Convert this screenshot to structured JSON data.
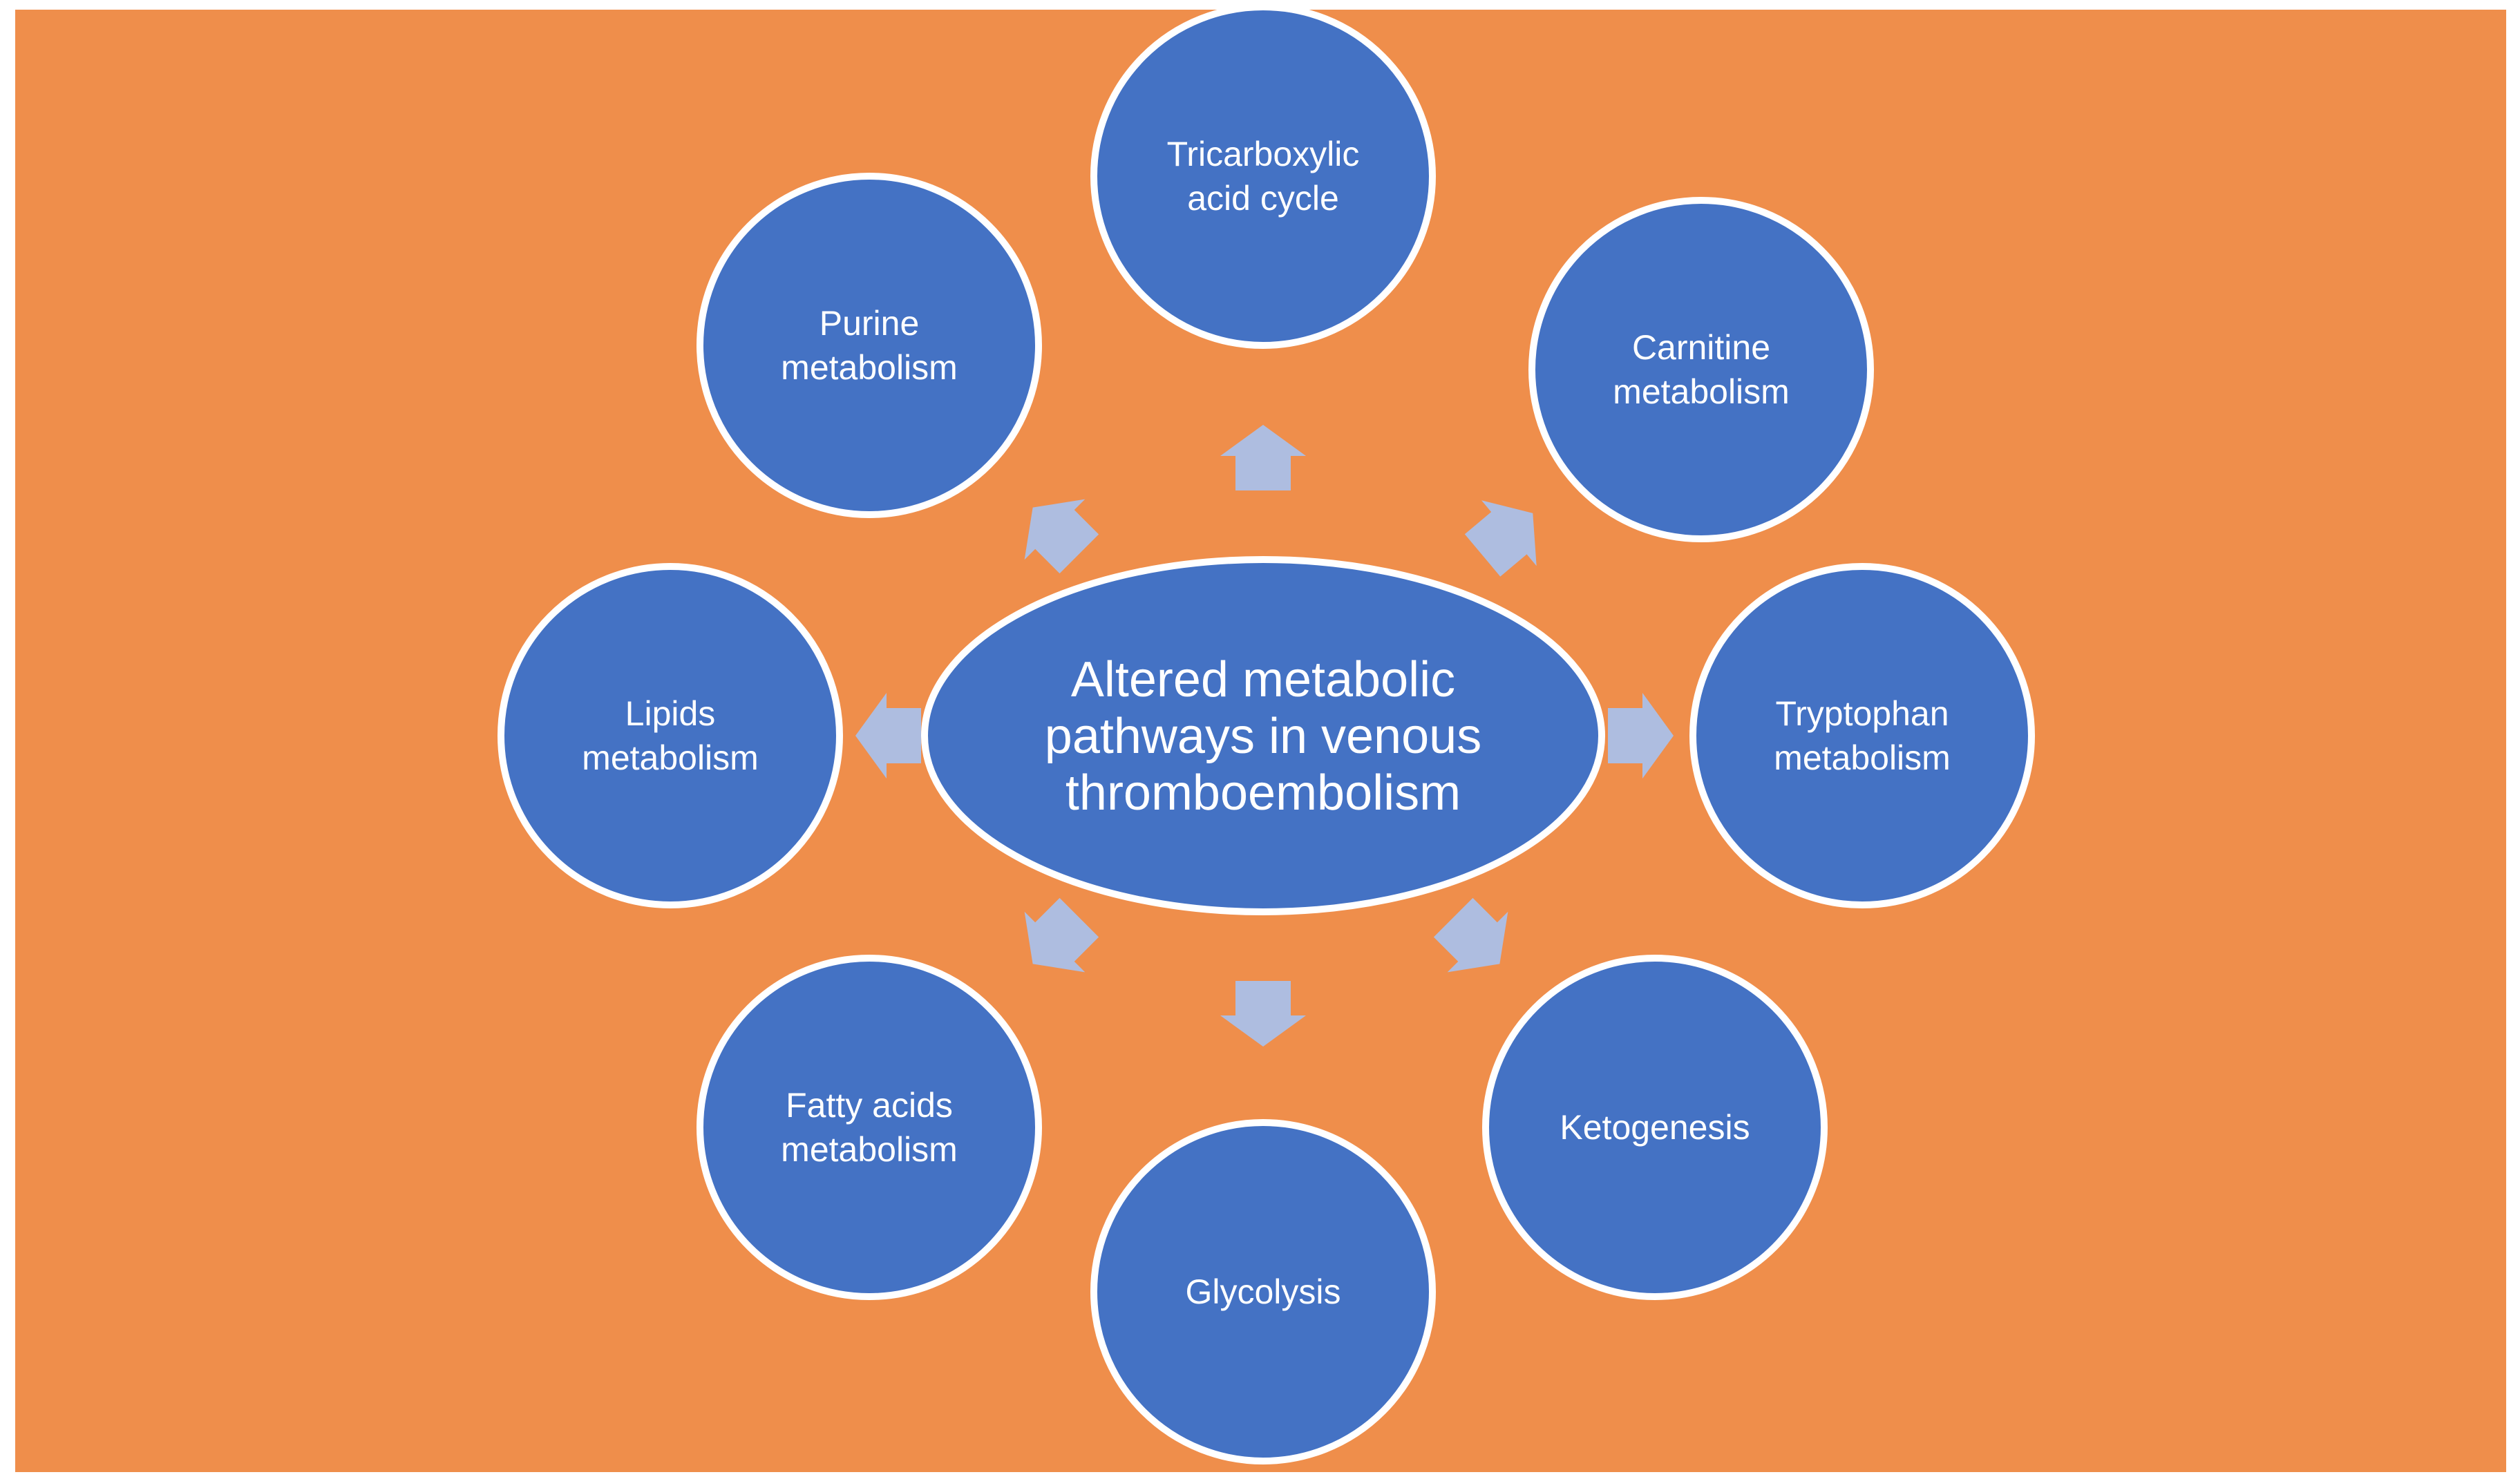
{
  "diagram": {
    "center": {
      "lines": [
        "Altered metabolic",
        "pathways in venous",
        "thromboembolism"
      ]
    },
    "nodes": [
      {
        "id": "tca",
        "lines": [
          "Tricarboxylic",
          "acid cycle"
        ]
      },
      {
        "id": "carnitine",
        "lines": [
          "Carnitine",
          "metabolism"
        ]
      },
      {
        "id": "tryptophan",
        "lines": [
          "Tryptophan",
          "metabolism"
        ]
      },
      {
        "id": "ketogenesis",
        "lines": [
          "Ketogenesis"
        ]
      },
      {
        "id": "glycolysis",
        "lines": [
          "Glycolysis"
        ]
      },
      {
        "id": "fatty-acids",
        "lines": [
          "Fatty acids",
          "metabolism"
        ]
      },
      {
        "id": "lipids",
        "lines": [
          "Lipids",
          "metabolism"
        ]
      },
      {
        "id": "purine",
        "lines": [
          "Purine",
          "metabolism"
        ]
      }
    ],
    "colors": {
      "background": "#EF8E4B",
      "node_fill": "#4472C4",
      "node_stroke": "#FFFFFF",
      "arrow": "#AEBDE0",
      "text": "#FFFFFF"
    }
  }
}
